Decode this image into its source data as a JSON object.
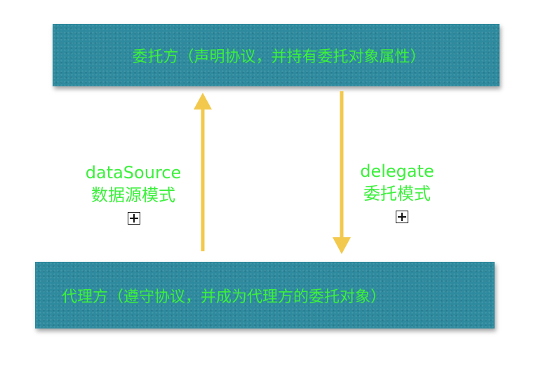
{
  "delegator_box": {
    "text": "委托方（声明协议，并持有委托对象属性）"
  },
  "delegate_box": {
    "text": "代理方（遵守协议，并成为代理方的委托对象）"
  },
  "left_arrow_label": {
    "line1": "dataSource",
    "line2": "数据源模式"
  },
  "right_arrow_label": {
    "line1": "delegate",
    "line2": "委托模式"
  },
  "icons": {
    "left_expand": "plus-box-icon",
    "right_expand": "plus-box-icon"
  },
  "colors": {
    "box_fill": "#2e8a9e",
    "text_green": "#3cf03c",
    "arrow_yellow": "#f2c94c"
  }
}
